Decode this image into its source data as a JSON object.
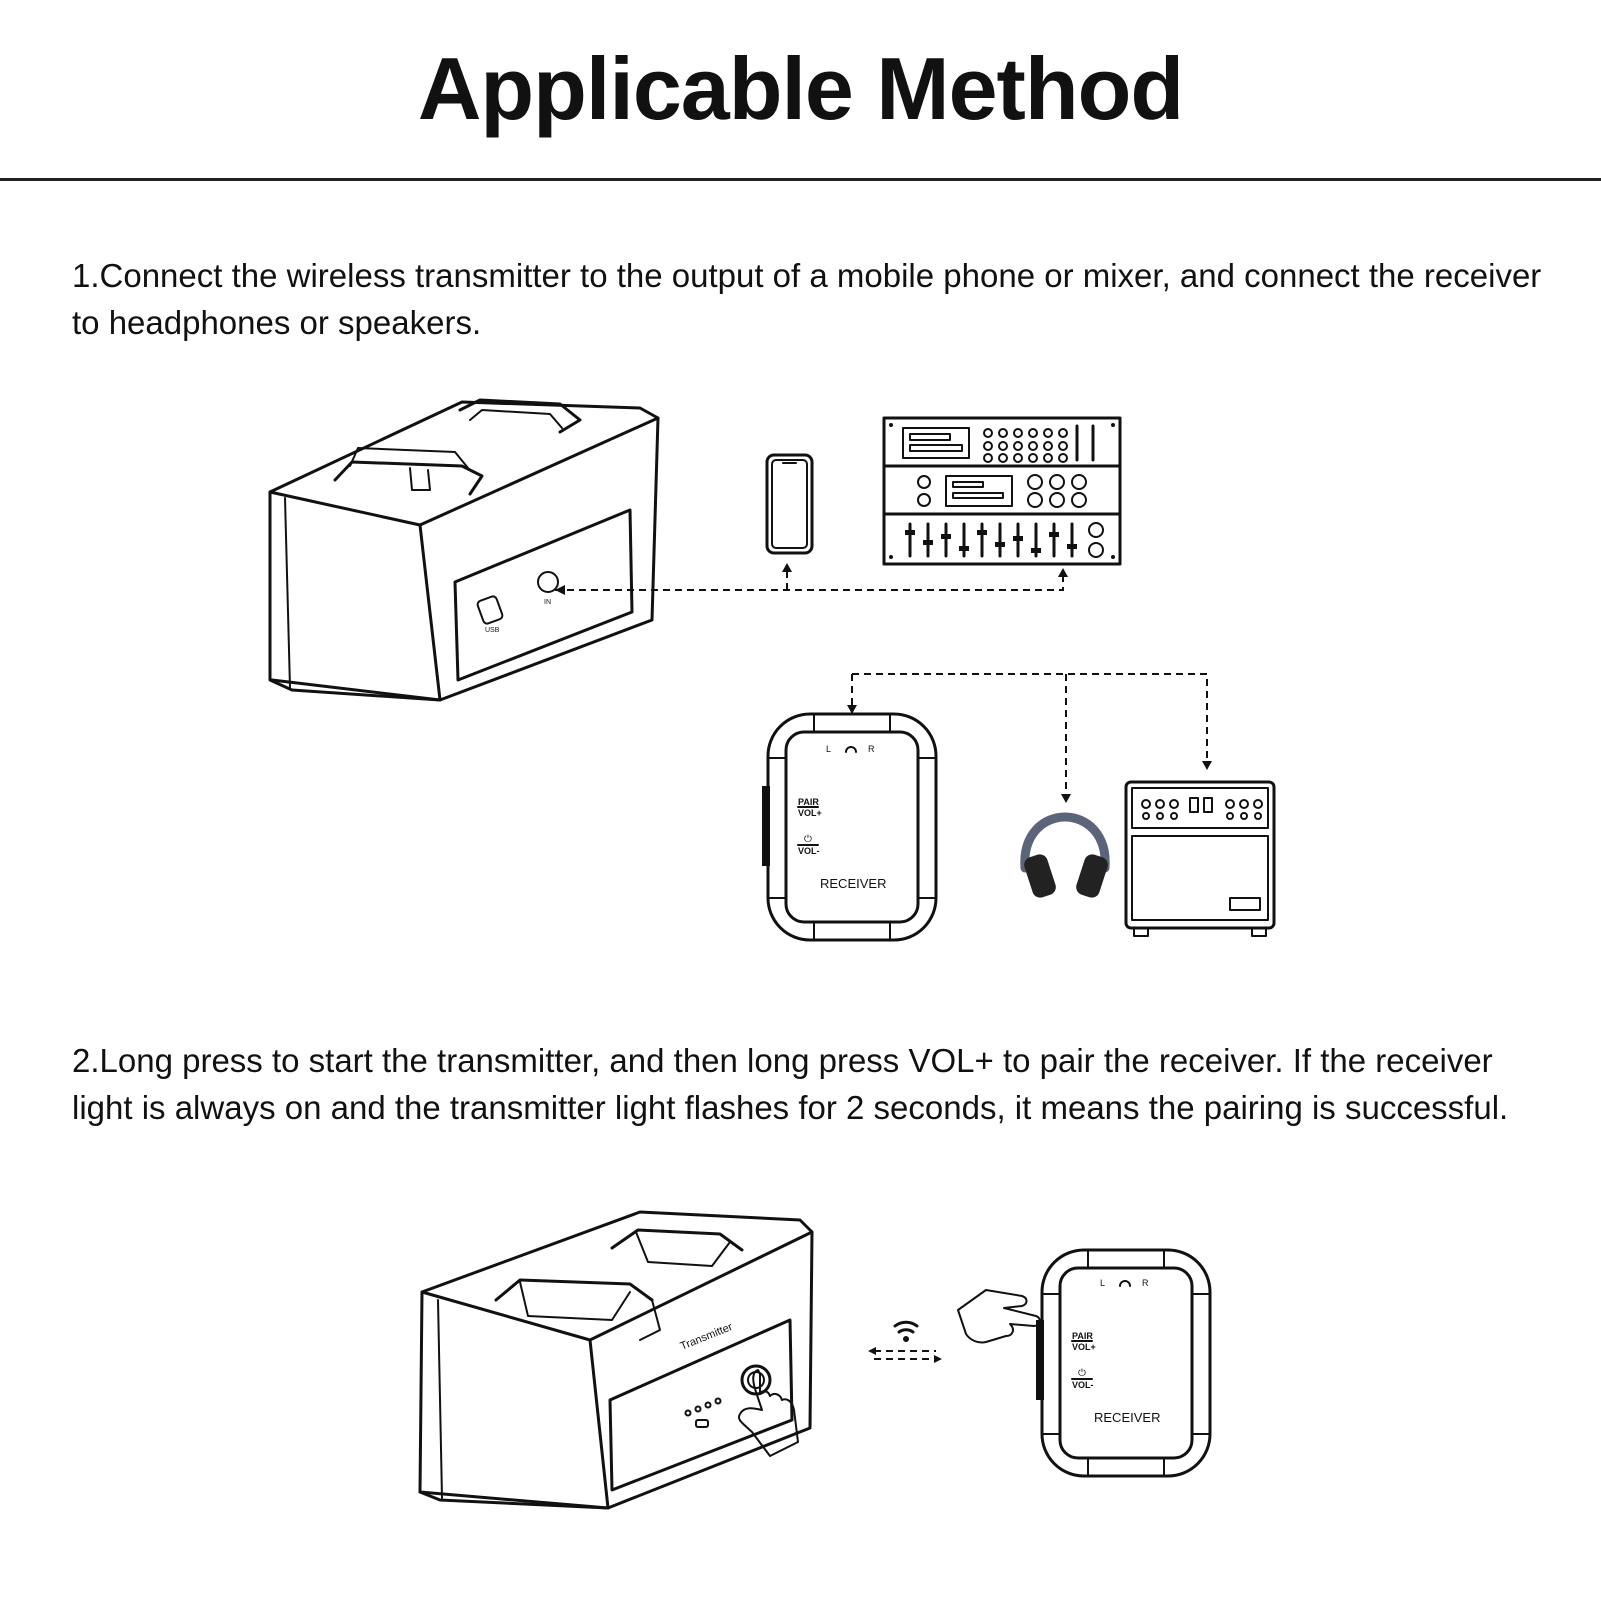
{
  "title": "Applicable Method",
  "steps": [
    {
      "text": "1.Connect the wireless transmitter to the output of a mobile phone or mixer, and connect the receiver to headphones or speakers."
    },
    {
      "text": "2.Long press to start the transmitter, and then long press VOL+ to pair the receiver. If the receiver light is always on and the transmitter light flashes for 2 seconds, it means the pairing is successful."
    }
  ],
  "diagram1": {
    "transmitter_port_usb": "USB",
    "transmitter_port_in": "IN",
    "receiver": {
      "left": "L",
      "right": "R",
      "pair": "PAIR",
      "vol_plus": "VOL+",
      "power": "⏻",
      "vol_minus": "VOL-",
      "label": "RECEIVER"
    }
  },
  "diagram2": {
    "transmitter_label": "Transmitter",
    "receiver": {
      "left": "L",
      "right": "R",
      "pair": "PAIR",
      "vol_plus": "VOL+",
      "power": "⏻",
      "vol_minus": "VOL-",
      "label": "RECEIVER"
    }
  },
  "icons": [
    "phone-icon",
    "mixer-icon",
    "headphones-icon",
    "amplifier-icon",
    "wifi-icon",
    "hand-press-icon"
  ],
  "colors": {
    "line": "#111111",
    "headphone_band": "#5b6478"
  }
}
